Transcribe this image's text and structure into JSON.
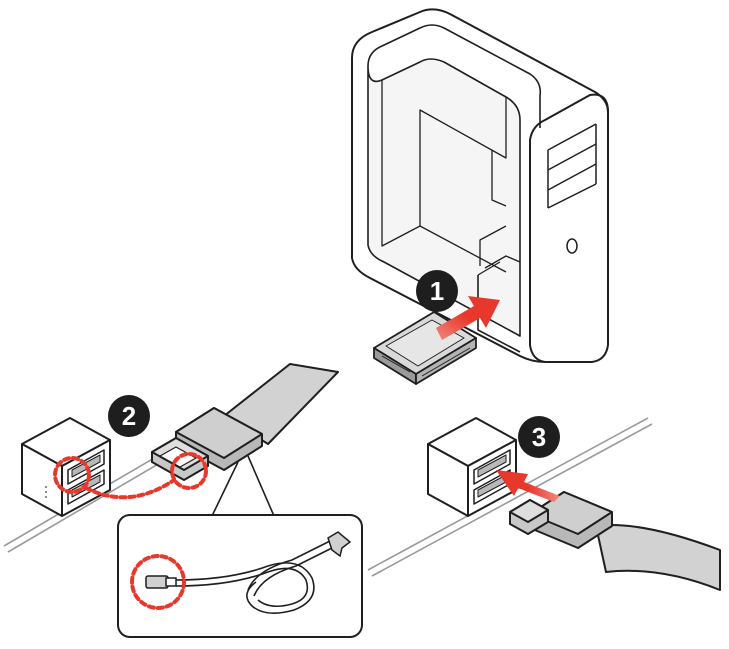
{
  "steps": [
    {
      "number": "1"
    },
    {
      "number": "2"
    },
    {
      "number": "3"
    }
  ],
  "colors": {
    "line": "#1f1f1f",
    "cable": "#d2d2d2",
    "connector": "#b8b8b8",
    "case_inner": "#f3f3f3",
    "accent_red": "#e8382b",
    "badge": "#1e1e1e"
  },
  "icons": {
    "case": "pc-case-icon",
    "drive": "hard-drive-icon",
    "arrow": "insert-arrow-icon",
    "port": "sata-port-icon",
    "highlight": "dotted-circle-icon"
  }
}
